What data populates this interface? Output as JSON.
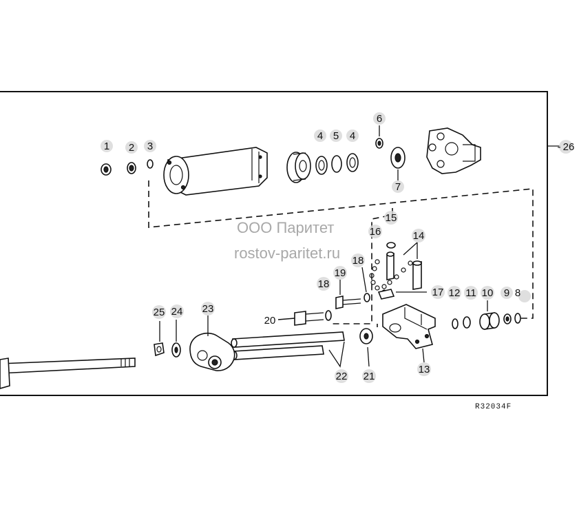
{
  "watermark": {
    "line1": "ООО Паритет",
    "line2": "rostov-paritet.ru"
  },
  "drawing_code": "R32034F",
  "callouts": {
    "c1": "1",
    "c2": "2",
    "c3": "3",
    "c4a": "4",
    "c5": "5",
    "c4b": "4",
    "c6": "6",
    "c7": "7",
    "c8": "8",
    "c9": "9",
    "c10": "10",
    "c11": "11",
    "c12": "12",
    "c13": "13",
    "c14": "14",
    "c15": "15",
    "c16": "16",
    "c17": "17",
    "c18a": "18",
    "c18b": "18",
    "c19": "19",
    "c20": "20",
    "c21": "21",
    "c22": "22",
    "c23": "23",
    "c24": "24",
    "c25": "25",
    "c26": "26"
  }
}
